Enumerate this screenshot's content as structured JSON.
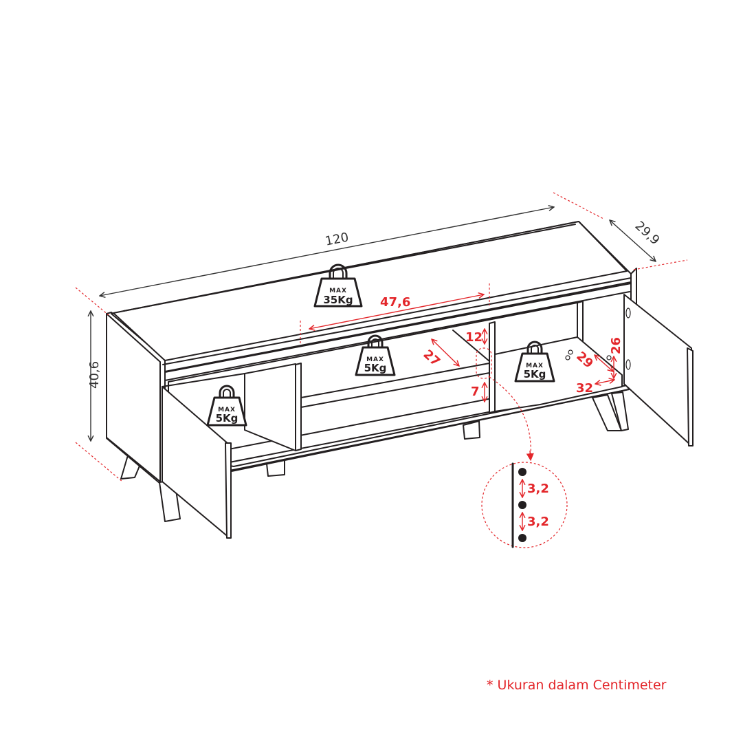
{
  "dimensions": {
    "width": "120",
    "depth": "29,9",
    "height": "40,6",
    "inner_width": "47,6",
    "shelf_depth": "27",
    "top_gap": "12",
    "bottom_gap": "7",
    "cabinet_depth": "29",
    "cabinet_height": "26",
    "cabinet_width": "32",
    "hole_spacing_1": "3,2",
    "hole_spacing_2": "3,2"
  },
  "weights": {
    "top": {
      "max": "MAX",
      "value": "35Kg"
    },
    "middle": {
      "max": "MAX",
      "value": "5Kg"
    },
    "left": {
      "max": "MAX",
      "value": "5Kg"
    },
    "right": {
      "max": "MAX",
      "value": "5Kg"
    }
  },
  "footnote": "* Ukuran dalam Centimeter",
  "colors": {
    "accent": "#e3262a",
    "line": "#231f20",
    "dimension": "#333333"
  }
}
